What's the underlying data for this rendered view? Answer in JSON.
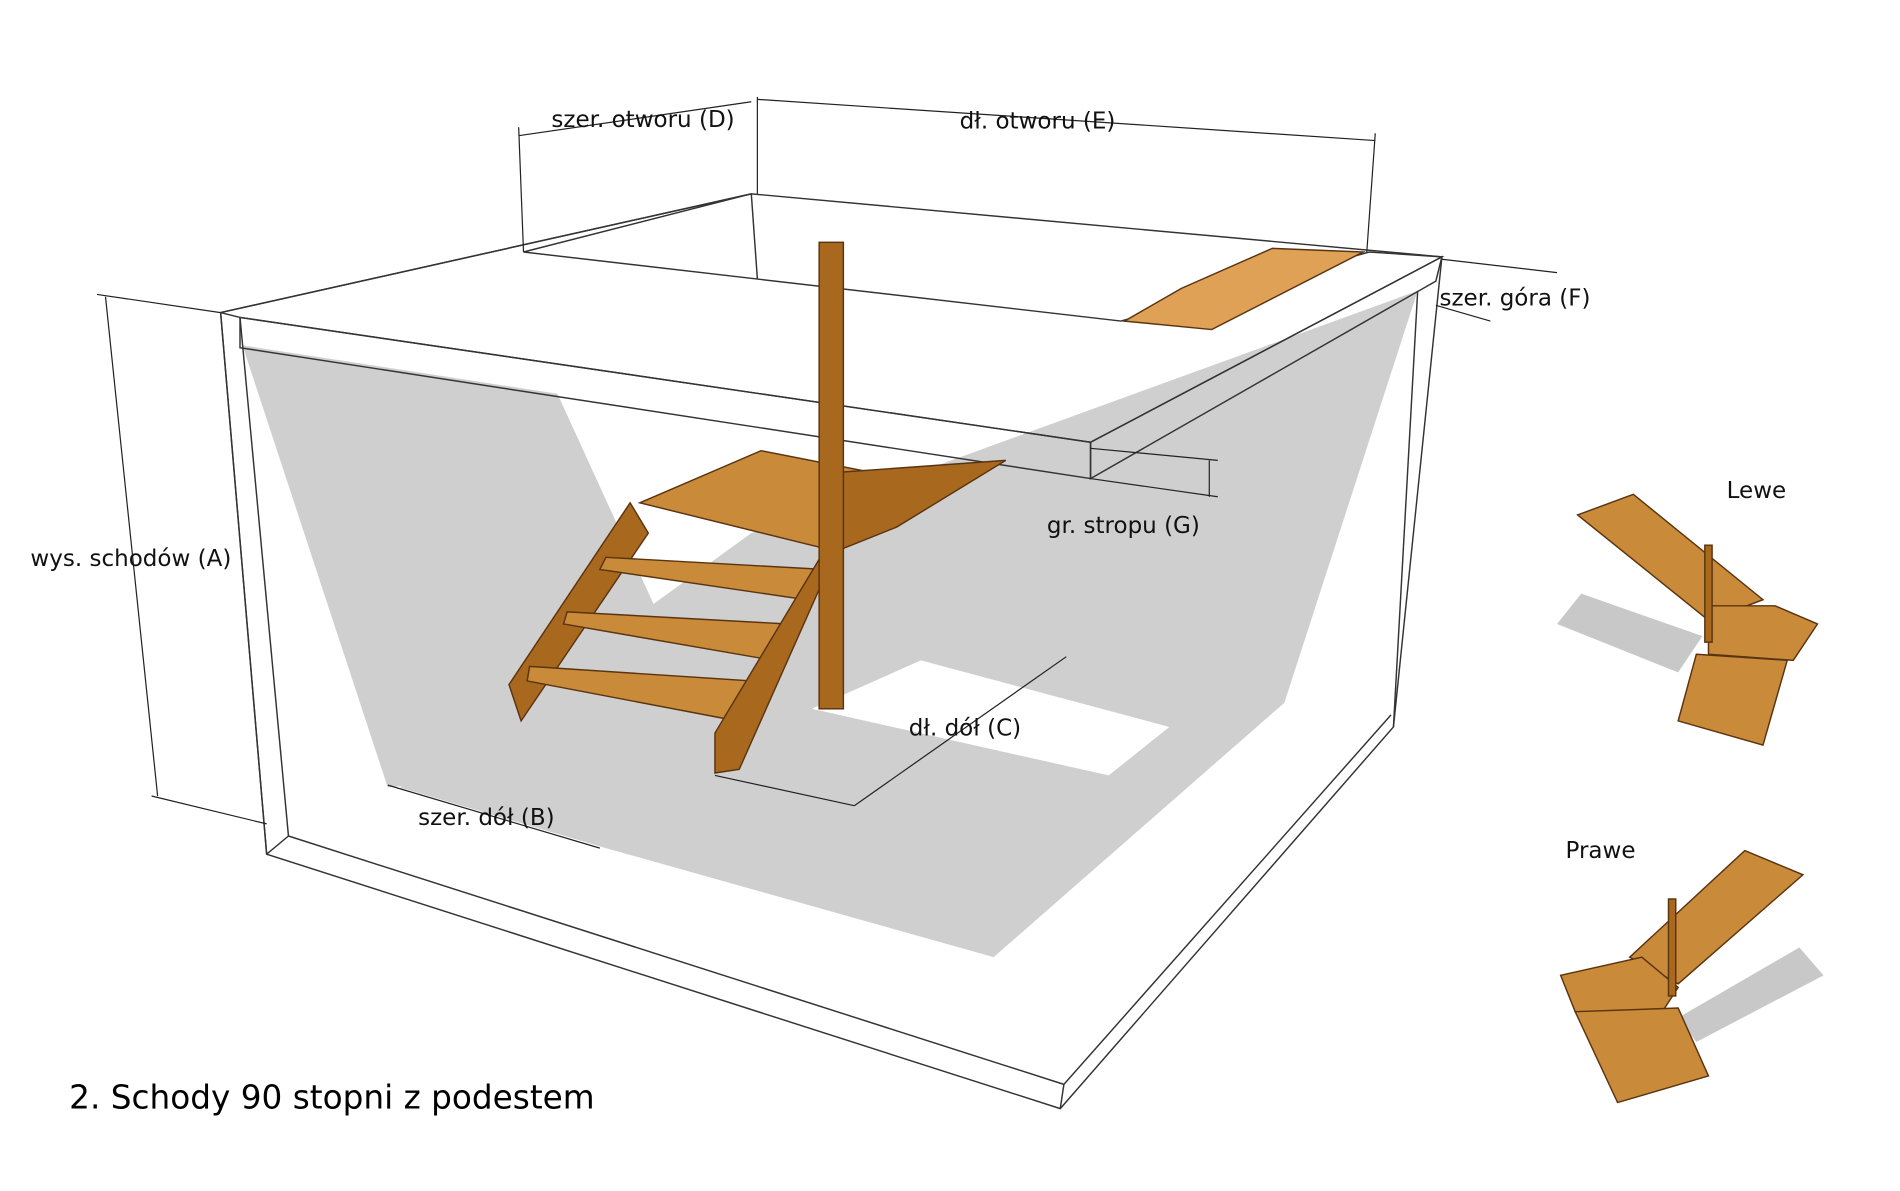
{
  "diagram": {
    "title": "2. Schody 90 stopni z podestem",
    "dimensions": {
      "stair_height": "wys. schodów (A)",
      "bottom_width": "szer. dół (B)",
      "bottom_length": "dł. dół (C)",
      "opening_width": "szer. otworu (D)",
      "opening_length": "dł. otworu (E)",
      "top_width": "szer. góra (F)",
      "slab_thickness": "gr. stropu (G)"
    },
    "variants": {
      "left": "Lewe",
      "right": "Prawe"
    },
    "colors": {
      "wood": "#c98a3a",
      "shadow": "#cfcfcf"
    }
  }
}
